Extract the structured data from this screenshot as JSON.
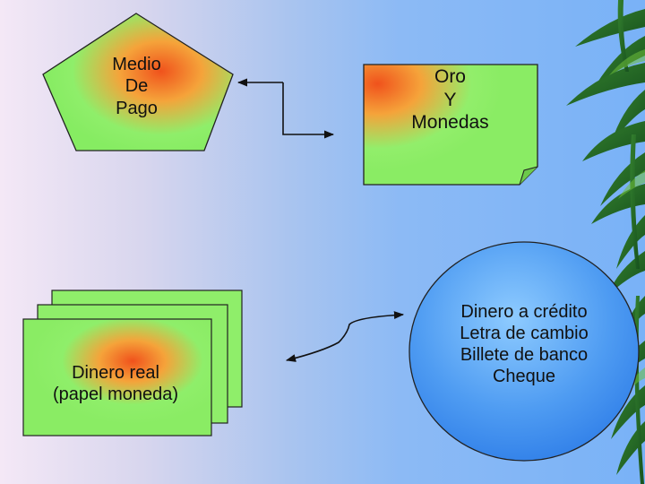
{
  "nodes": {
    "medio_de_pago": [
      "Medio",
      "De",
      "Pago"
    ],
    "oro_y_monedas": [
      "Oro",
      "Y",
      "Monedas"
    ],
    "dinero_real": [
      "Dinero real",
      "(papel moneda)"
    ],
    "dinero_a_credito": [
      "Dinero a crédito",
      "Letra de cambio",
      "Billete de banco",
      "Cheque"
    ]
  },
  "colors": {
    "shape_green": "#8fee6a",
    "shape_orange": "#f05a1e",
    "oval_blue": "#3f8ef0",
    "stroke": "#222222"
  }
}
